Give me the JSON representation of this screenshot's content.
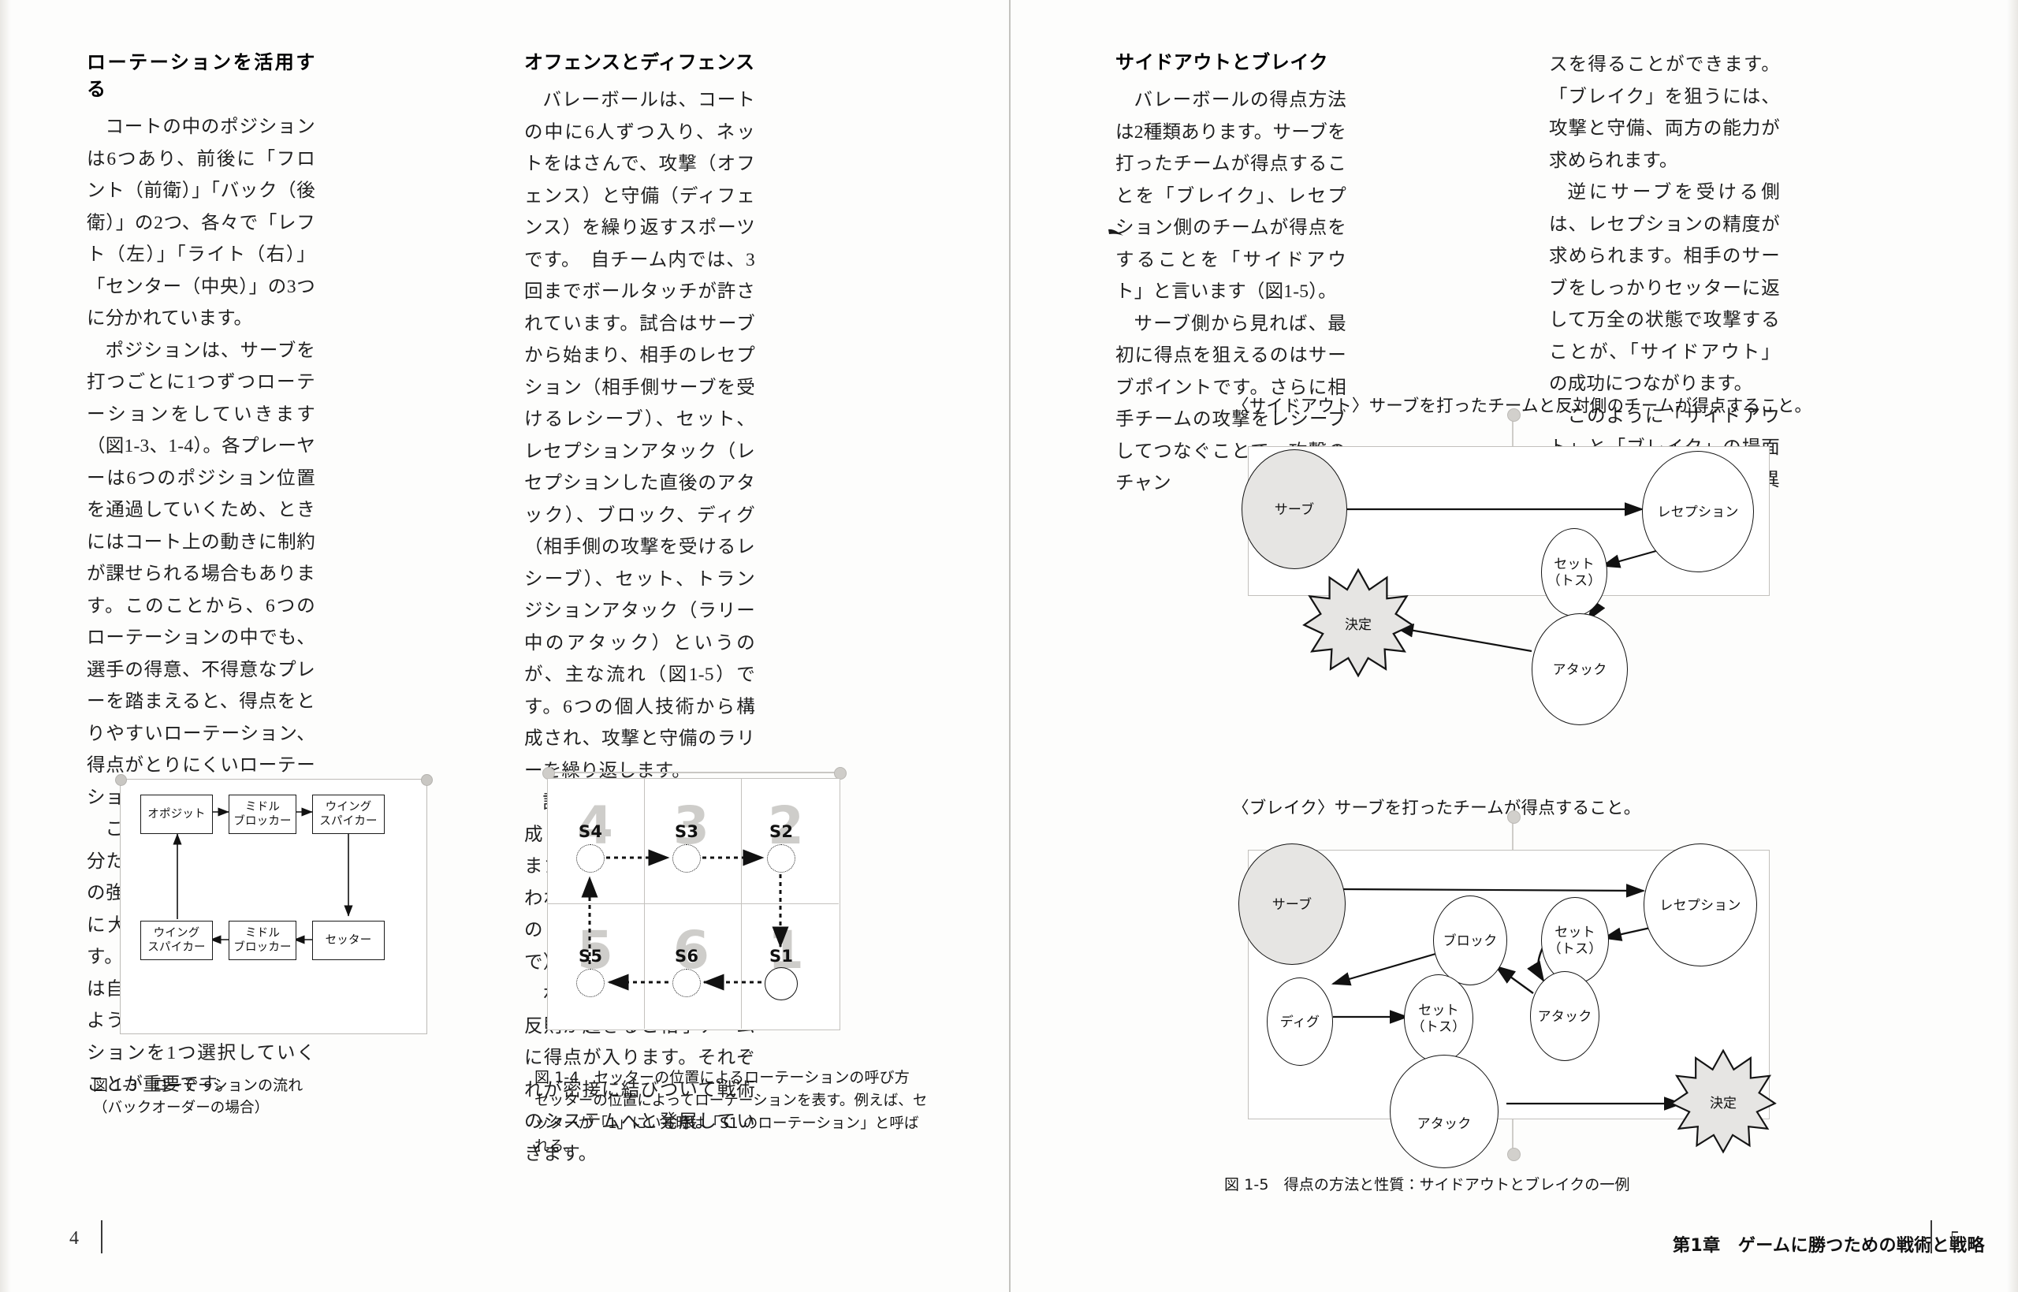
{
  "document": {
    "left_page": {
      "folio": "4"
    },
    "right_page": {
      "folio": "5",
      "chapter_tag": "第1章　ゲームに勝つための戦術と戦略"
    }
  },
  "columns": {
    "col1": {
      "heading": "ローテーションを活用する",
      "paragraphs": [
        "コートの中のポジションは6つあり、前後に「フロント（前衛）」「バック（後衛）」の2つ、各々で「レフト（左）」「ライト（右）」「センター（中央）」の3つに分かれています。",
        "ポジションは、サーブを打つごとに1つずつローテーションをしていきます（図1-3、1-4）。各プレーヤーは6つのポジション位置を通過していくため、ときにはコート上の動きに制約が課せられる場合もあります。このことから、6つのローテーションの中でも、選手の得意、不得意なプレーを踏まえると、得点をとりやすいローテーション、得点がとりにくいローテーションが発生します。",
        "このローテーションが自分たち、そして相手チームの強み、弱みを抽出するのに大きな影響を及ぼします。とくに、試合開始時には自分たちが優位に立てるような、効果的なローテーションを1つ選択していくことが重要です。"
      ]
    },
    "col2": {
      "heading": "オフェンスとディフェンス",
      "paragraphs": [
        "バレーボールは、コートの中に6人ずつ入り、ネットをはさんで、攻撃（オフェンス）と守備（ディフェンス）を繰り返すスポーツです。　自チーム内では、3回までボールタッチが許されています。試合はサーブから始まり、相手のレセプション（相手側サーブを受けるレシーブ）、セット、レセプションアタック（レセプションした直後のアタック）、ブロック、ディグ（相手側の攻撃を受けるレシーブ）、セット、トランジションアタック（ラリー中のアタック）というのが、主な流れ（図1-5）です。6つの個人技術から構成され、攻撃と守備のラリーを繰り返します。",
        "試合は1セット25点で構成され、3セットマッチ、または5セットマッチで行われます（5セットマッチの最終セットは15点まで）。",
        "ボールが床に落ちたり、反則が起きると相手チームに得点が入ります。それぞれが密接に結びついて戦術のシステムへと発展していきます。"
      ]
    },
    "col3": {
      "heading": "サイドアウトとブレイク",
      "paragraphs": [
        "バレーボールの得点方法は2種類あります。サーブを打ったチームが得点することを「ブレイク」、レセプション側のチームが得点をすることを「サイドアウト」と言います（図1-5）。",
        "サーブ側から見れば、最初に得点を狙えるのはサーブポイントです。さらに相手チームの攻撃をレシーブしてつなぐことで、攻撃のチャン"
      ]
    },
    "col4": {
      "paragraphs": [
        "スを得ることができます。「ブレイク」を狙うには、攻撃と守備、両方の能力が求められます。",
        "逆にサーブを受ける側は、レセプションの精度が求められます。相手のサーブをしっかりセッターに返して万全の状態で攻撃することが、「サイドアウト」の成功につながります。",
        "このように「サイドアウト」と「ブレイク」の場面によって、得点の性質が異なります。"
      ]
    }
  },
  "figures": {
    "fig13": {
      "caption_main": "図 1-3　ローテーションの流れ",
      "caption_sub": "（バックオーダーの場合）",
      "nodes": {
        "opposite_top": "オポジット",
        "middle_top": "ミドル\nブロッカー",
        "wing_top": "ウイング\nスパイカー",
        "wing_bottom": "ウイング\nスパイカー",
        "middle_bottom": "ミドル\nブロッカー",
        "setter_bottom": "セッター"
      },
      "node_labels": [
        {
          "id": "opposite",
          "line1": "オポジット",
          "line2": ""
        },
        {
          "id": "middle-blocker-top",
          "line1": "ミドル",
          "line2": "ブロッカー"
        },
        {
          "id": "wing-spiker-top",
          "line1": "ウイング",
          "line2": "スパイカー"
        },
        {
          "id": "wing-spiker-bottom",
          "line1": "ウイング",
          "line2": "スパイカー"
        },
        {
          "id": "middle-blocker-bottom",
          "line1": "ミドル",
          "line2": "ブロッカー"
        },
        {
          "id": "setter",
          "line1": "セッター",
          "line2": ""
        }
      ]
    },
    "fig14": {
      "caption_main": "図 1-4　セッターの位置によるローテーションの呼び方",
      "caption_sub": "セッターの位置によってローテーションを表す。例えば、セッターが「1」にいる時は「S1 のローテーション」と呼ばれる。",
      "zone_numbers": [
        "4",
        "3",
        "2",
        "5",
        "6",
        "1"
      ],
      "setter_labels": [
        "S4",
        "S3",
        "S2",
        "S5",
        "S6",
        "S1"
      ]
    },
    "fig15": {
      "caption_main": "図 1-5　得点の方法と性質：サイドアウトとブレイクの一例",
      "sideout": {
        "title": "〈サイドアウト〉サーブを打ったチームと反対側のチームが得点すること。",
        "nodes": {
          "serve": "サーブ",
          "reception": "レセプション",
          "set": "セット\n（トス）",
          "attack": "アタック",
          "point": "決定"
        },
        "node_labels": [
          {
            "id": "serve",
            "line1": "サーブ",
            "line2": ""
          },
          {
            "id": "reception",
            "line1": "レセプション",
            "line2": ""
          },
          {
            "id": "set",
            "line1": "セット",
            "line2": "（トス）"
          },
          {
            "id": "attack",
            "line1": "アタック",
            "line2": ""
          },
          {
            "id": "point",
            "line1": "決定",
            "line2": ""
          }
        ]
      },
      "break": {
        "title": "〈ブレイク〉サーブを打ったチームが得点すること。",
        "node_labels": [
          {
            "id": "serve",
            "line1": "サーブ",
            "line2": ""
          },
          {
            "id": "reception",
            "line1": "レセプション",
            "line2": ""
          },
          {
            "id": "set-right",
            "line1": "セット",
            "line2": "（トス）"
          },
          {
            "id": "attack-right",
            "line1": "アタック",
            "line2": ""
          },
          {
            "id": "block",
            "line1": "ブロック",
            "line2": ""
          },
          {
            "id": "dig",
            "line1": "ディグ",
            "line2": ""
          },
          {
            "id": "set-left",
            "line1": "セット",
            "line2": "（トス）"
          },
          {
            "id": "attack-bottom",
            "line1": "アタック",
            "line2": ""
          },
          {
            "id": "point",
            "line1": "決定",
            "line2": ""
          }
        ]
      }
    }
  },
  "colors": {
    "ink": "#1a1a1a",
    "shade": "#e6e5e3",
    "rule": "#c2c0bc",
    "bignum": "#cecdca",
    "paper": "#fdfdfc"
  }
}
